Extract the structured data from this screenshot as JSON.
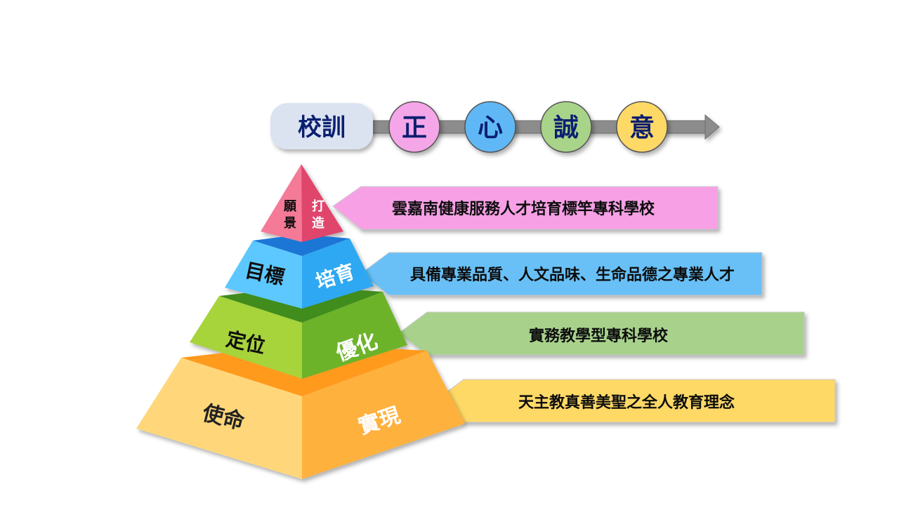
{
  "motto": {
    "label": "校訓",
    "chars": [
      {
        "text": "正",
        "color": "#f5a6e8"
      },
      {
        "text": "心",
        "color": "#5fb8f5"
      },
      {
        "text": "誠",
        "color": "#a8d48a"
      },
      {
        "text": "意",
        "color": "#ffd966"
      }
    ]
  },
  "pyramid": {
    "top": {
      "left": "願景",
      "right": "打造",
      "banner": "雲嘉南健康服務人才培育標竿專科學校",
      "color": "#f7a0e6"
    },
    "second": {
      "left": "目標",
      "right": "培育",
      "banner": "具備專業品質、人文品味、生命品德之專業人才",
      "color": "#68c0f7"
    },
    "third": {
      "left": "定位",
      "right": "優化",
      "banner": "實務教學型專科學校",
      "color": "#a8d28c"
    },
    "base": {
      "left": "使命",
      "right": "實現",
      "banner": "天主教真善美聖之全人教育理念",
      "color": "#ffd966"
    }
  }
}
